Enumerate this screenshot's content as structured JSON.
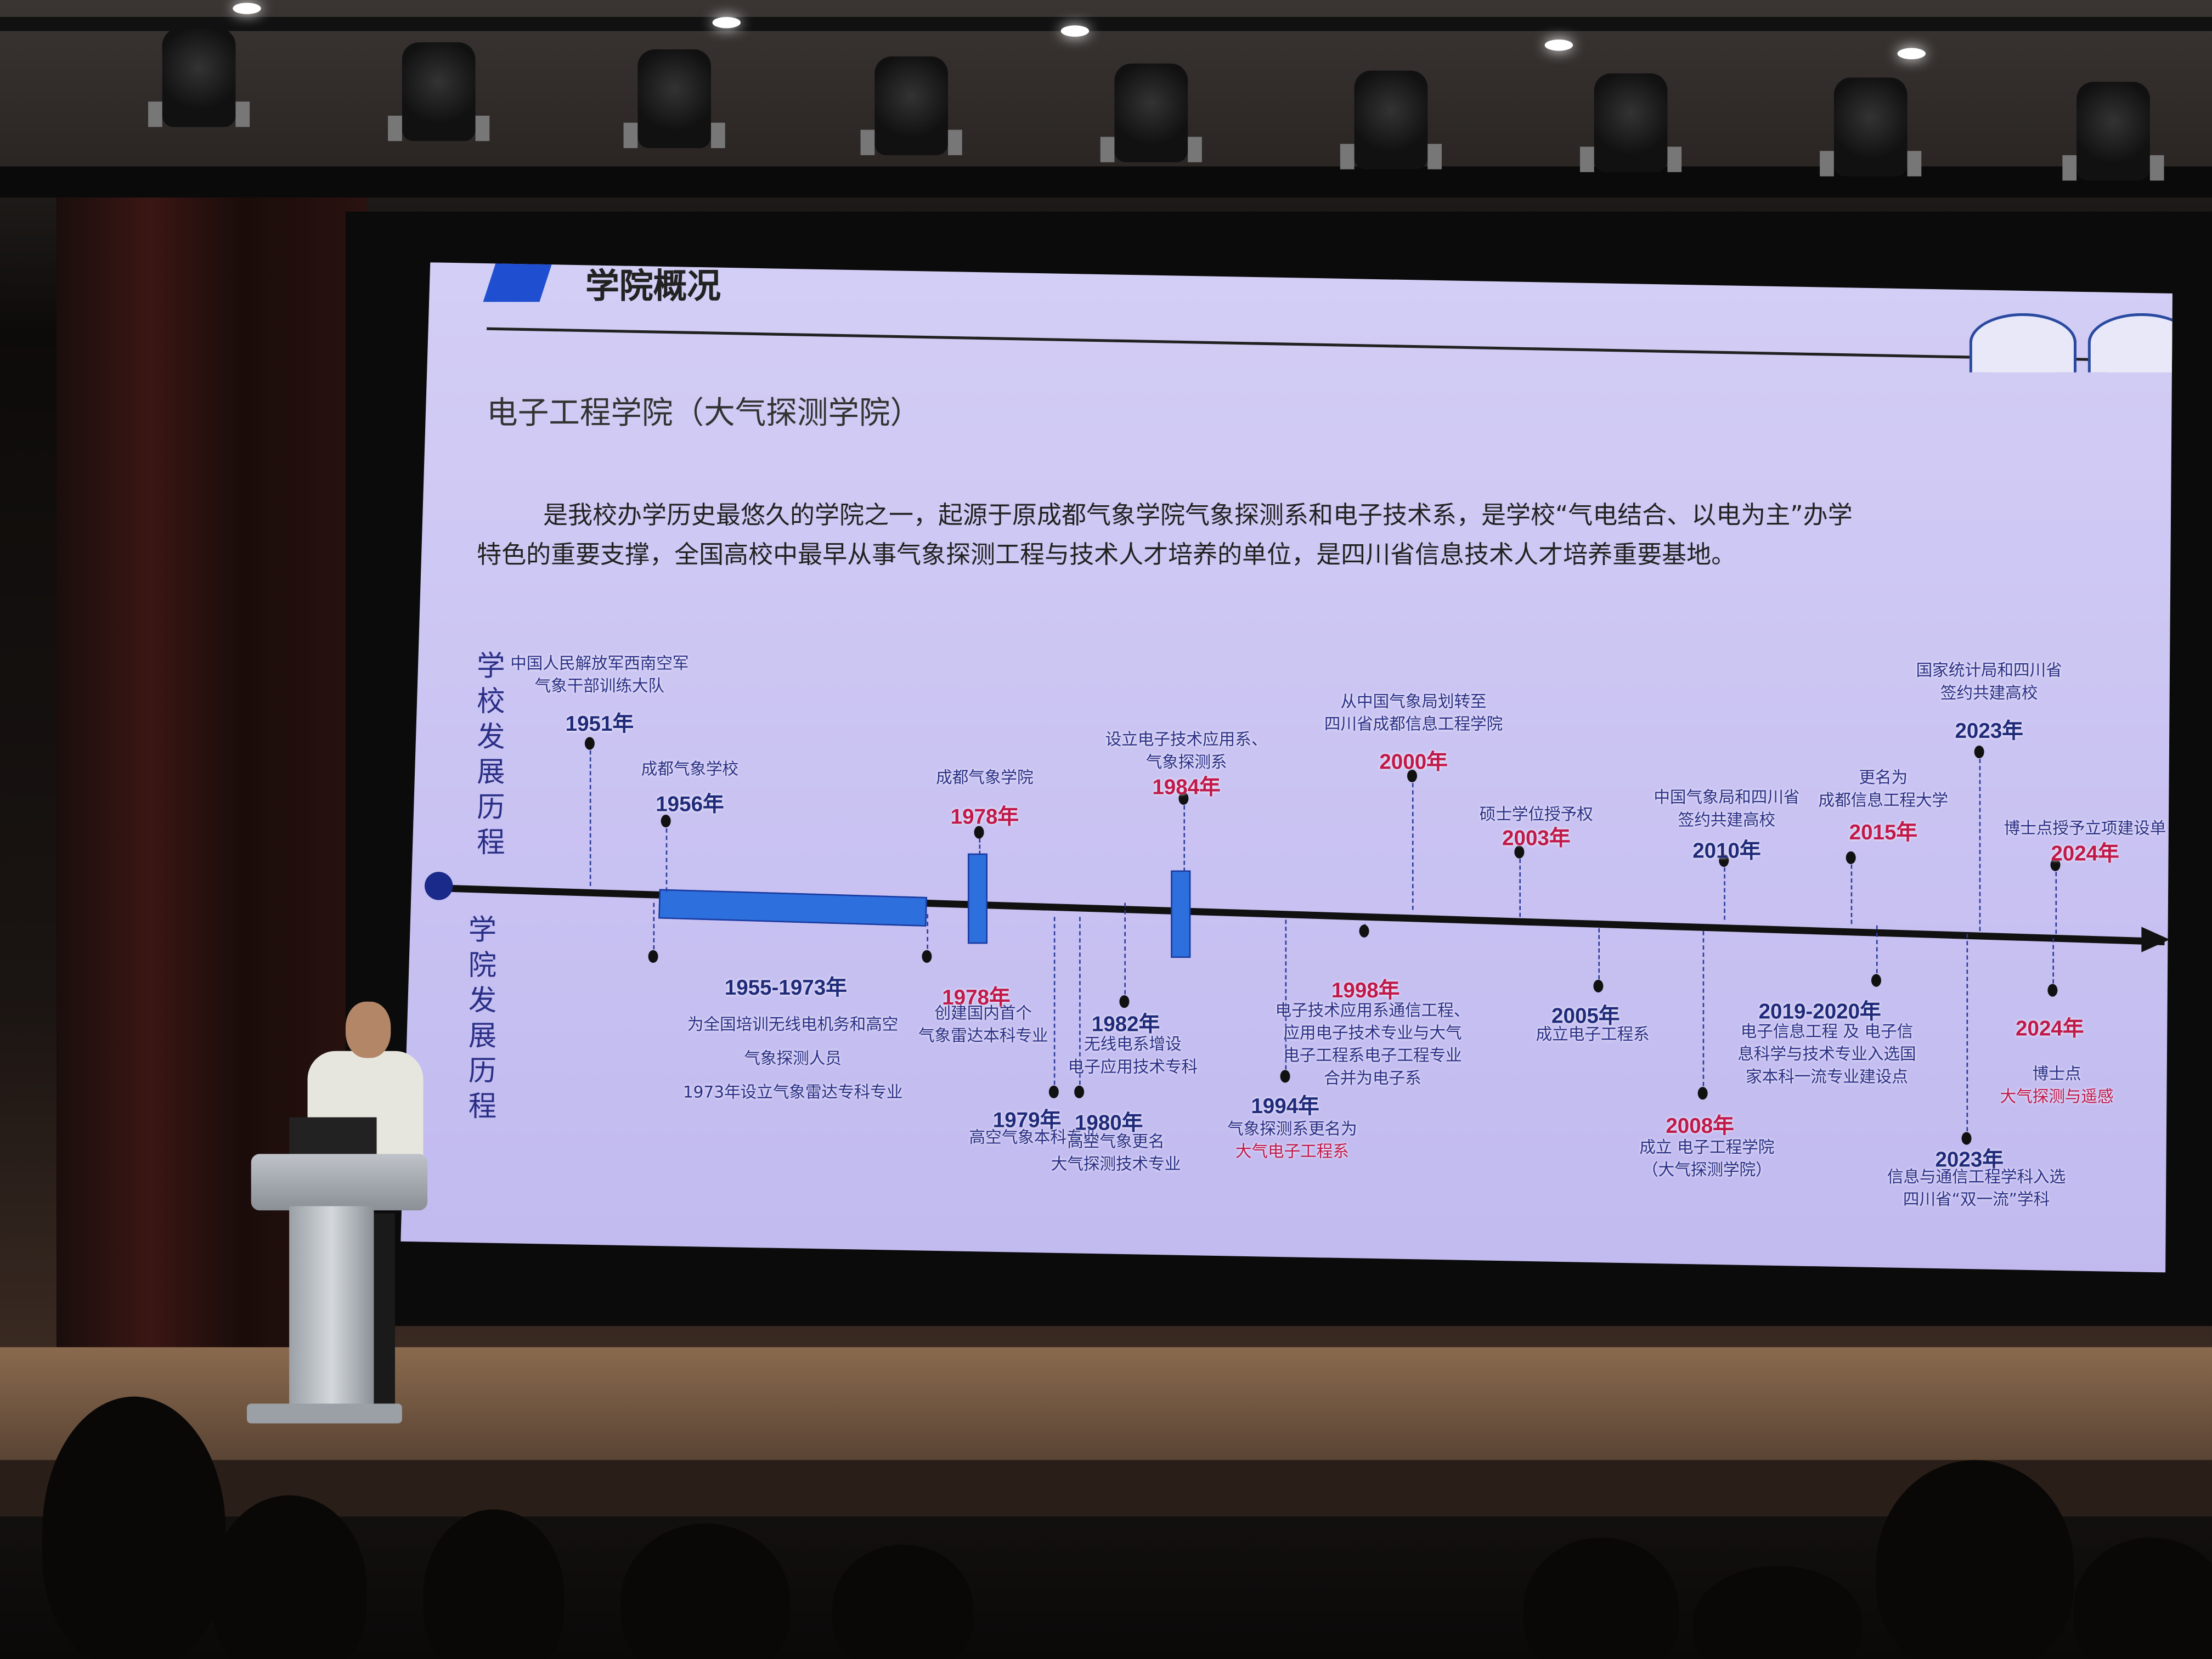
{
  "slide": {
    "title": "学院概况",
    "subtitle": "电子工程学院（大气探测学院）",
    "paragraph": [
      "是我校办学历史最悠久的学院之一，起源于原成都气象学院气象探测系和电子技术系，是学校“气电结合、以电为主”办学",
      "特色的重要支撑，全国高校中最早从事气象探测工程与技术人才培养的单位，是四川省信息技术人才培养重要基地。"
    ],
    "school_label": "学校发展历程",
    "college_label": "学院发展历程",
    "accent_color": "#2d6fdc",
    "highlight_color": "#c0194a",
    "school_events": [
      {
        "year": "1951年",
        "desc": [
          "中国人民解放军西南空军",
          "气象干部训练大队"
        ],
        "highlight": false
      },
      {
        "year": "1956年",
        "desc": [
          "成都气象学校"
        ],
        "highlight": false
      },
      {
        "year": "1978年",
        "desc": [
          "成都气象学院"
        ],
        "highlight": true
      },
      {
        "year": "1984年",
        "desc": [
          "设立电子技术应用系、",
          "气象探测系"
        ],
        "highlight": true
      },
      {
        "year": "2000年",
        "desc": [
          "从中国气象局划转至",
          "四川省成都信息工程学院"
        ],
        "highlight": true
      },
      {
        "year": "2003年",
        "desc": [
          "硕士学位授予权"
        ],
        "highlight": true
      },
      {
        "year": "2010年",
        "desc": [
          "中国气象局和四川省",
          "签约共建高校"
        ],
        "highlight": false
      },
      {
        "year": "2015年",
        "desc": [
          "更名为",
          "成都信息工程大学"
        ],
        "highlight": true
      },
      {
        "year": "2023年",
        "desc": [
          "国家统计局和四川省",
          "签约共建高校"
        ],
        "highlight": false
      },
      {
        "year": "2024年",
        "desc": [
          "博士点授予立项建设单"
        ],
        "highlight": true
      }
    ],
    "college_events": [
      {
        "year": "1955-1973年",
        "desc": [
          "为全国培训无线电机务和高空",
          "气象探测人员",
          "1973年设立气象雷达专科专业"
        ],
        "highlight": false
      },
      {
        "year": "1978年",
        "desc": [
          "创建国内首个",
          "气象雷达本科专业"
        ],
        "highlight": true
      },
      {
        "year": "1979年",
        "desc": [
          "高空气象本科专业"
        ],
        "highlight": false
      },
      {
        "year": "1980年",
        "desc": [
          "高空气象更名",
          "大气探测技术专业"
        ],
        "highlight": false
      },
      {
        "year": "1982年",
        "desc": [
          "无线电系增设",
          "电子应用技术专科"
        ],
        "highlight": false
      },
      {
        "year": "1994年",
        "desc": [
          "气象探测系更名为",
          "大气电子工程系"
        ],
        "highlight": false,
        "red_line": 1
      },
      {
        "year": "1998年",
        "desc": [
          "电子技术应用系通信工程、",
          "应用电子技术专业与大气",
          "电子工程系电子工程专业",
          "合并为电子系"
        ],
        "highlight": true
      },
      {
        "year": "2005年",
        "desc": [
          "成立电子工程系"
        ],
        "highlight": false
      },
      {
        "year": "2008年",
        "desc": [
          "成立 电子工程学院",
          "（大气探测学院）"
        ],
        "highlight": true
      },
      {
        "year": "2019-2020年",
        "desc": [
          "电子信息工程 及 电子信",
          "息科学与技术专业入选国",
          "家本科一流专业建设点"
        ],
        "highlight": false
      },
      {
        "year": "2023年",
        "desc": [
          "信息与通信工程学科入选",
          "四川省“双一流”学科"
        ],
        "highlight": false
      },
      {
        "year": "2024年",
        "desc": [
          "博士点",
          "大气探测与遥感"
        ],
        "highlight": true,
        "red_line": 1
      }
    ]
  }
}
